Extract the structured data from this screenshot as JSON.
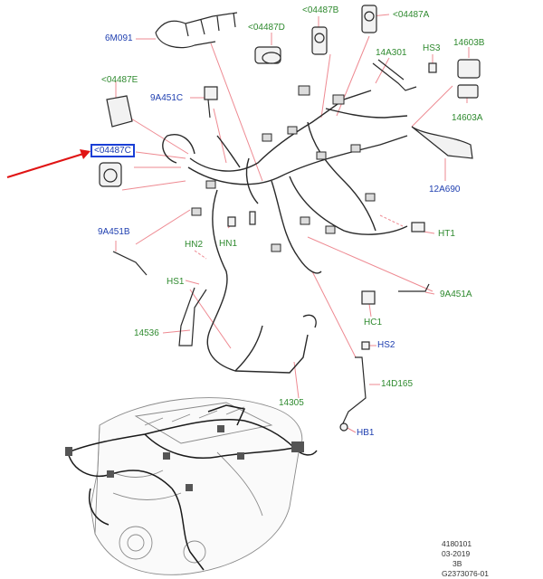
{
  "colors": {
    "callout_blue": "#1f3fb0",
    "callout_green": "#2f8a2f",
    "leader_pink": "#ee8a92",
    "pointer_red": "#e01414",
    "selected_box": "#1a3fd6"
  },
  "callouts": {
    "c_6M091": "6M091",
    "c_04487D": "<04487D",
    "c_04487B": "<04487B",
    "c_04487A": "<04487A",
    "c_14A301": "14A301",
    "c_HS3": "HS3",
    "c_14603B": "14603B",
    "c_04487E": "<04487E",
    "c_9A451C": "9A451C",
    "c_14603A": "14603A",
    "c_04487C": "<04487C",
    "c_12A690": "12A690",
    "c_9A451B": "9A451B",
    "c_HT1": "HT1",
    "c_HN2": "HN2",
    "c_HN1": "HN1",
    "c_HS1": "HS1",
    "c_9A451A": "9A451A",
    "c_HC1": "HC1",
    "c_14536": "14536",
    "c_HS2": "HS2",
    "c_14305": "14305",
    "c_14D165": "14D165",
    "c_HB1": "HB1"
  },
  "drawing_meta": {
    "line1": "4180101",
    "line2": "03-2019",
    "line3": "3B",
    "line4": "G2373076-01"
  }
}
